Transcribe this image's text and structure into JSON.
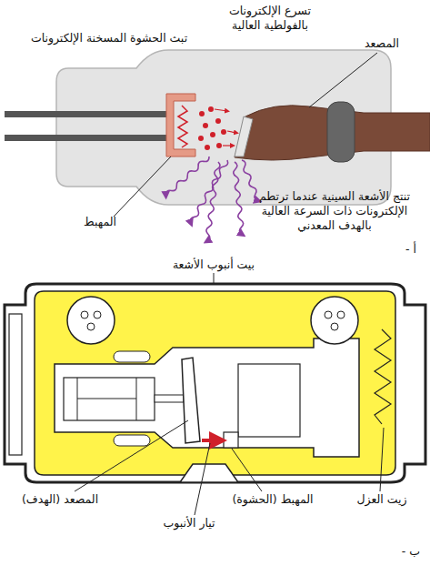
{
  "diagram": {
    "labels": [
      "تبث الحشوة المسخنة الإلكترونات",
      "تسرع الإلكترونات بالفولطية العالية",
      "المصعد",
      "المهبط",
      "تنتج الأشعة السينية عندما ترتطم الإلكترونات ذات السرعة العالية بالهدف المعدني",
      "أ -",
      "بيت أنبوب الأشعة",
      "المصعد (الهدف)",
      "تيار الأنبوب",
      "المهبط (الحشوة)",
      "زيت العزل",
      "ب -"
    ]
  }
}
